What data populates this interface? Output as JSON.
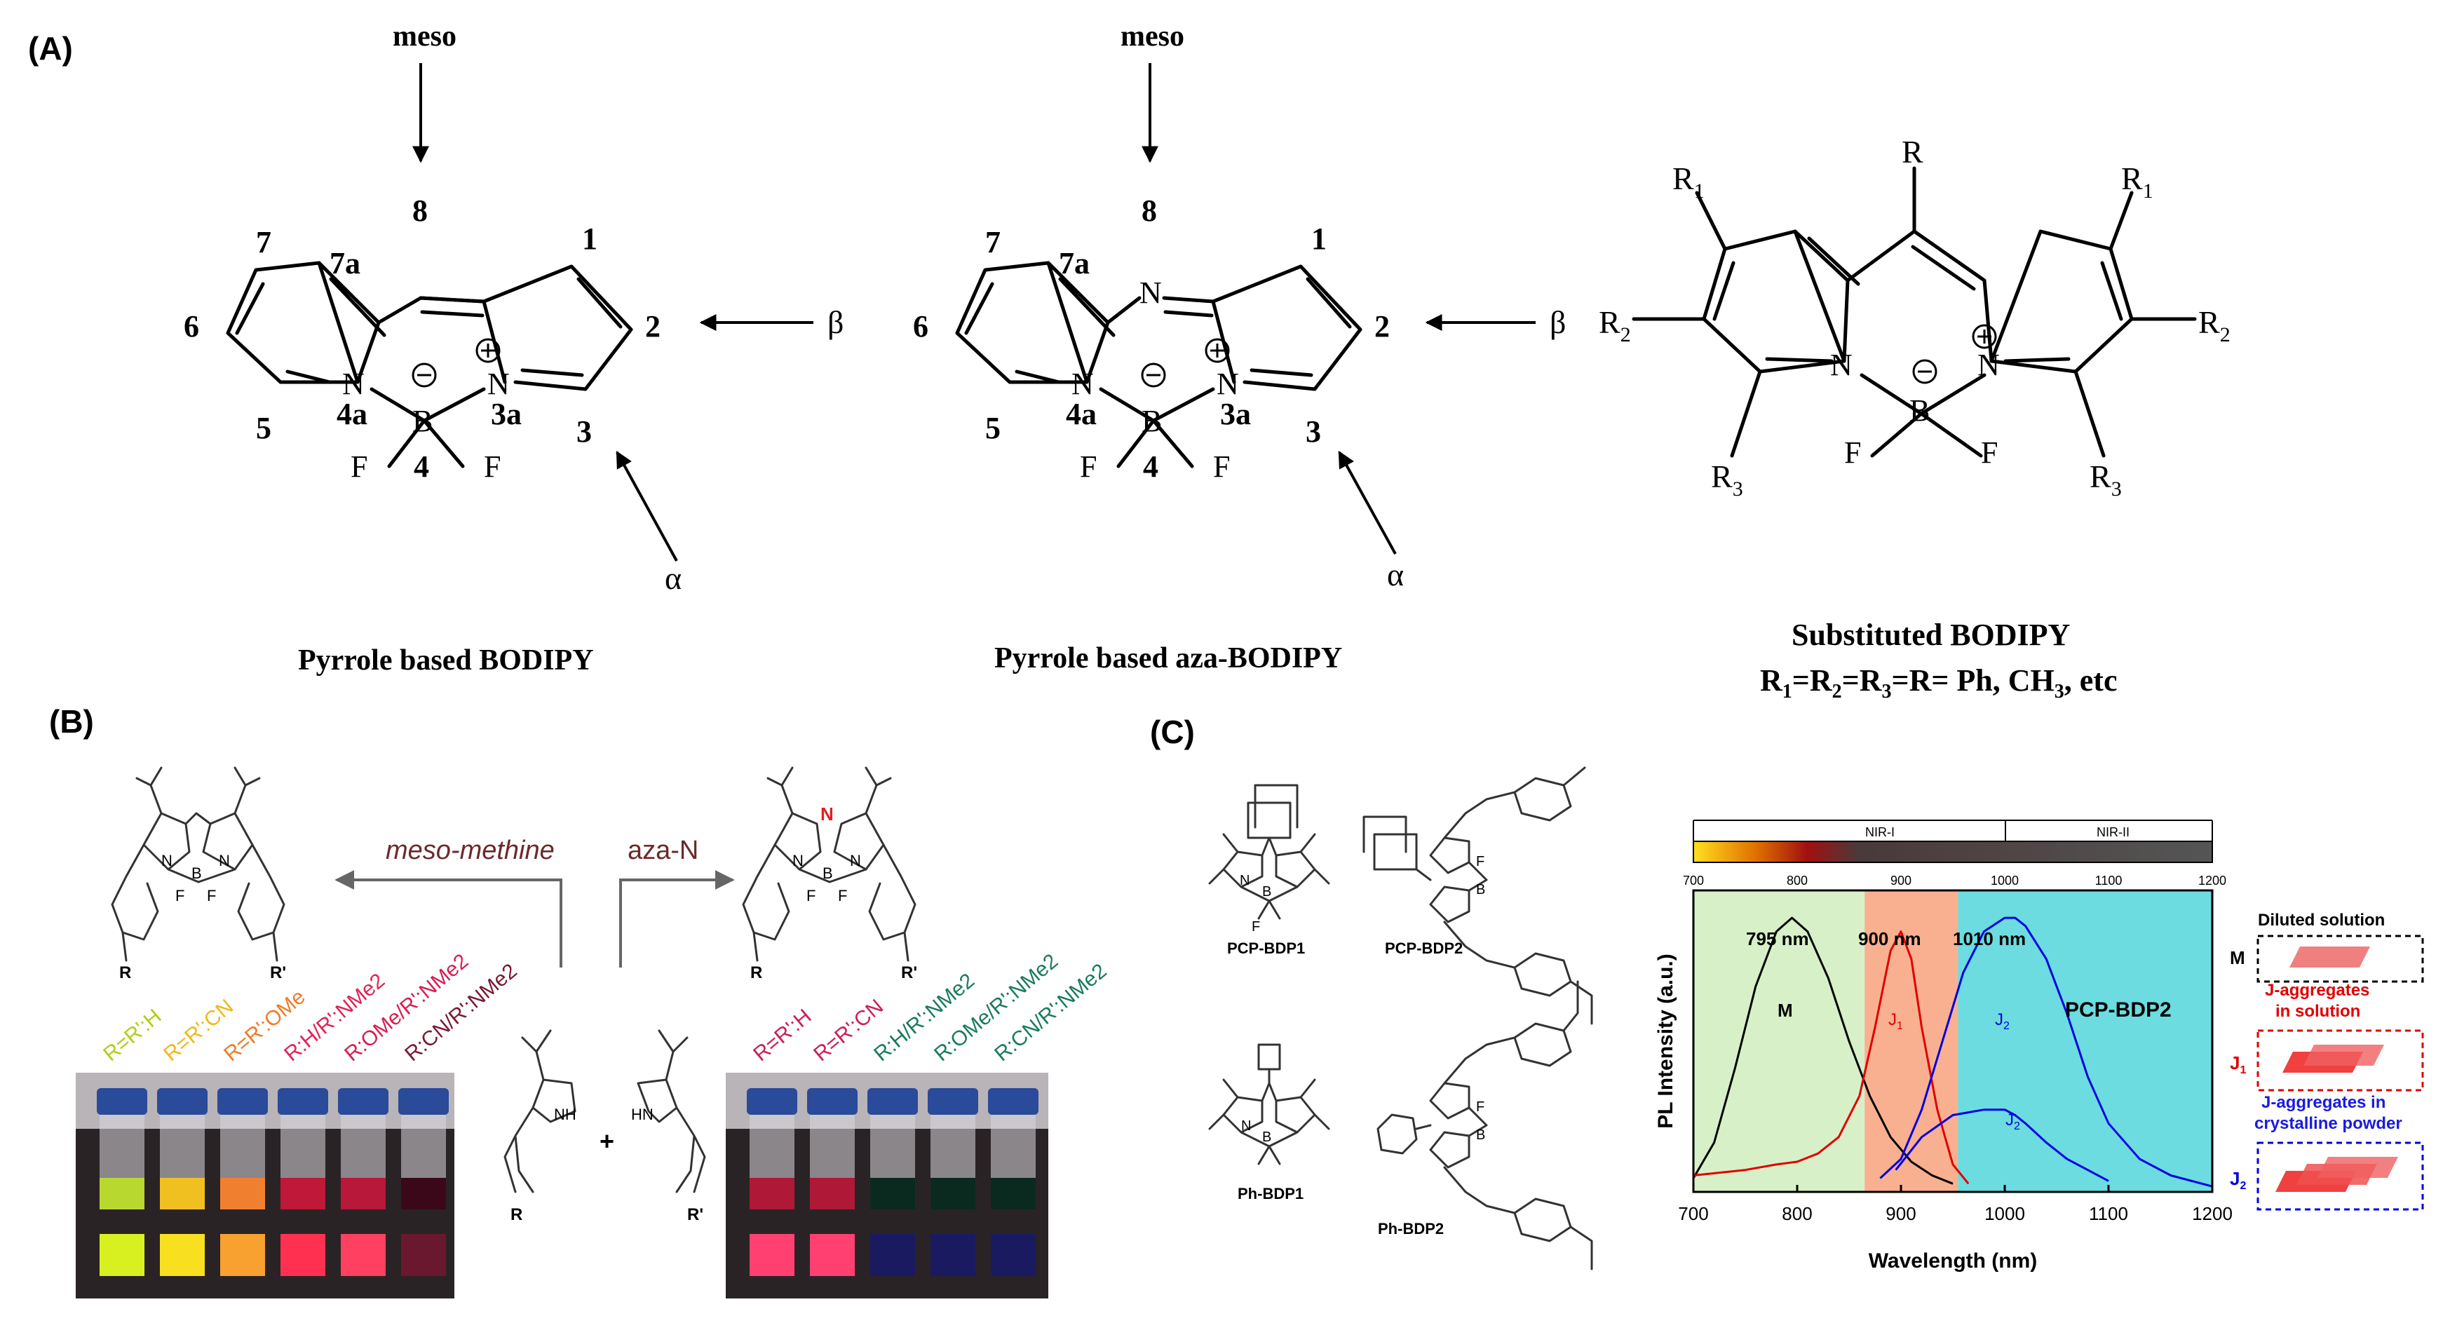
{
  "panels": {
    "a": "(A)",
    "b": "(B)",
    "c": "(C)"
  },
  "panel_a": {
    "meso": "meso",
    "beta": "β",
    "alpha": "α",
    "bodipy": {
      "caption": "Pyrrole based BODIPY",
      "pos_labels": [
        "8",
        "7",
        "7a",
        "1",
        "6",
        "2",
        "5",
        "4a",
        "3a",
        "3",
        "4"
      ],
      "atoms": [
        "N",
        "N",
        "B",
        "F",
        "F"
      ]
    },
    "aza": {
      "caption": "Pyrrole based aza-BODIPY",
      "pos_labels": [
        "8",
        "7",
        "7a",
        "1",
        "6",
        "2",
        "5",
        "4a",
        "3a",
        "3",
        "4"
      ],
      "bridge_atom": "N"
    },
    "substituted": {
      "caption": "Substituted  BODIPY",
      "formula": "R1=R2=R3=R= Ph, CH3, etc",
      "labels": [
        "R",
        "R1",
        "R1",
        "R2",
        "R2",
        "R3",
        "R3"
      ]
    }
  },
  "panel_b": {
    "arrow_left": "meso-methine",
    "arrow_right": "aza-N",
    "center_labels": [
      "R",
      "R'",
      "NH",
      "HN",
      "+"
    ],
    "left_struct_atoms": [
      "N",
      "B",
      "N",
      "F",
      "F",
      "R",
      "R'"
    ],
    "right_struct_atoms": [
      "N",
      "N",
      "B",
      "N",
      "F",
      "F",
      "R",
      "R'"
    ],
    "left_vial_labels": [
      {
        "text": "R=R':H",
        "color": "#b5cc1a"
      },
      {
        "text": "R=R':CN",
        "color": "#f0b81c"
      },
      {
        "text": "R=R':OMe",
        "color": "#f07a2a"
      },
      {
        "text": "R:H/R':NMe2",
        "color": "#e02456"
      },
      {
        "text": "R:OMe/R':NMe2",
        "color": "#d61e52"
      },
      {
        "text": "R:CN/R':NMe2",
        "color": "#7a1830"
      }
    ],
    "right_vial_labels": [
      {
        "text": "R=R':H",
        "color": "#c8205a"
      },
      {
        "text": "R=R':CN",
        "color": "#c8205a"
      },
      {
        "text": "R:H/R':NMe2",
        "color": "#1a7a60"
      },
      {
        "text": "R:OMe/R':NMe2",
        "color": "#1a7a60"
      },
      {
        "text": "R:CN/R':NMe2",
        "color": "#1a7a60"
      }
    ],
    "left_vial_colors": {
      "daylight": [
        "#b8d830",
        "#f0c020",
        "#f08030",
        "#c01838",
        "#b8183a",
        "#3a0818"
      ],
      "uv": [
        "#d8f020",
        "#f8e020",
        "#f8a030",
        "#ff3050",
        "#ff4060",
        "#6a1830"
      ]
    },
    "right_vial_colors": {
      "daylight": [
        "#b01838",
        "#b01838",
        "#0a2a20",
        "#0a2a20",
        "#0a2a20"
      ],
      "uv": [
        "#ff4070",
        "#ff4070",
        "#1a1a60",
        "#1a1a60",
        "#1a1a60"
      ]
    }
  },
  "panel_c": {
    "compounds": [
      "PCP-BDP1",
      "PCP-BDP2",
      "Ph-BDP1",
      "Ph-BDP2"
    ],
    "atoms": [
      "N",
      "B",
      "F"
    ],
    "spectrum_bar": {
      "regions": [
        "NIR-I",
        "NIR-II"
      ],
      "ticks": [
        "700",
        "800",
        "900",
        "1000",
        "1100",
        "1200"
      ]
    },
    "legend": {
      "diluted": {
        "title": "Diluted solution",
        "symbol": "M"
      },
      "j_solution": {
        "title": "J-aggregates\nin solution",
        "symbol": "J1"
      },
      "j_powder": {
        "title": "J-aggregates in\ncrystalline powder",
        "symbol": "J2"
      }
    }
  },
  "chart_data": {
    "type": "line",
    "title": "",
    "xlabel": "Wavelength (nm)",
    "ylabel": "PL Intensity (a.u.)",
    "xlim": [
      700,
      1200
    ],
    "ylim": [
      0,
      1.1
    ],
    "x_ticks": [
      "700",
      "800",
      "900",
      "1000",
      "1100",
      "1200"
    ],
    "regions": [
      {
        "from": 700,
        "to": 865,
        "color": "#d8f0c8"
      },
      {
        "from": 865,
        "to": 955,
        "color": "#f8b090"
      },
      {
        "from": 955,
        "to": 1200,
        "color": "#6cdce0"
      }
    ],
    "annotations": [
      "795 nm",
      "900 nm",
      "1010 nm",
      "PCP-BDP2",
      "M",
      "J1",
      "J2",
      "J2"
    ],
    "series": [
      {
        "name": "M",
        "color": "#000000",
        "x": [
          700,
          720,
          740,
          760,
          780,
          795,
          810,
          830,
          850,
          870,
          890,
          910,
          930,
          950
        ],
        "y": [
          0.05,
          0.18,
          0.45,
          0.75,
          0.95,
          1.0,
          0.95,
          0.78,
          0.55,
          0.35,
          0.2,
          0.11,
          0.06,
          0.03
        ]
      },
      {
        "name": "J1",
        "color": "#e00000",
        "x": [
          700,
          750,
          780,
          800,
          820,
          840,
          860,
          875,
          890,
          900,
          910,
          920,
          935,
          950,
          965
        ],
        "y": [
          0.06,
          0.08,
          0.1,
          0.11,
          0.14,
          0.2,
          0.35,
          0.6,
          0.88,
          0.95,
          0.85,
          0.6,
          0.3,
          0.1,
          0.03
        ]
      },
      {
        "name": "J2",
        "color": "#0000e0",
        "x": [
          880,
          900,
          920,
          940,
          960,
          980,
          1000,
          1010,
          1020,
          1040,
          1060,
          1080,
          1100,
          1130,
          1160,
          1200
        ],
        "y": [
          0.05,
          0.12,
          0.3,
          0.55,
          0.8,
          0.95,
          1.0,
          1.0,
          0.97,
          0.85,
          0.65,
          0.42,
          0.25,
          0.12,
          0.06,
          0.02
        ]
      },
      {
        "name": "J2 (solution)",
        "color": "#0000e0",
        "x": [
          895,
          920,
          950,
          980,
          1000,
          1010,
          1020,
          1040,
          1060,
          1080,
          1100
        ],
        "y": [
          0.08,
          0.2,
          0.28,
          0.3,
          0.3,
          0.28,
          0.25,
          0.18,
          0.12,
          0.08,
          0.04
        ]
      }
    ]
  }
}
